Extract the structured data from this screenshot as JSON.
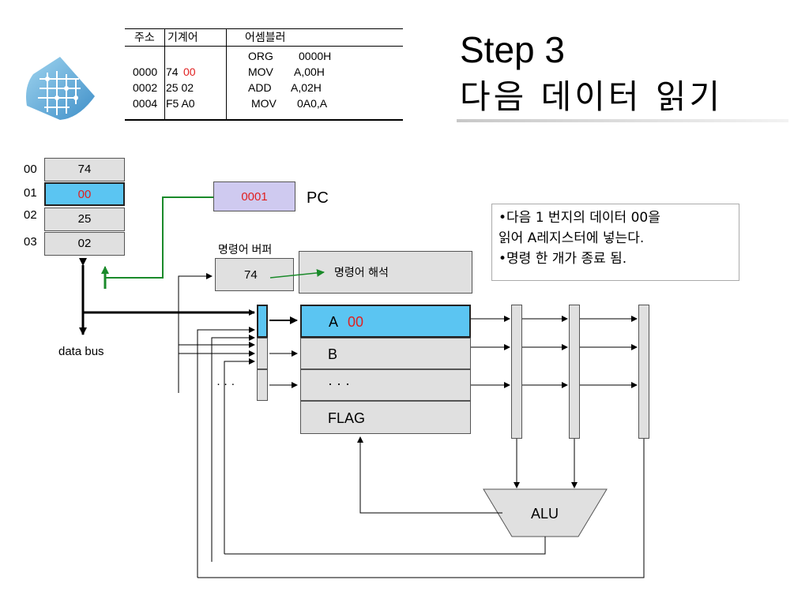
{
  "asm_table": {
    "headers": [
      "주소",
      "기계어",
      "어셈블러"
    ],
    "rows": [
      {
        "addr": "",
        "code_black": "",
        "code_red": "",
        "mnemonic": "ORG",
        "operand": "0000H"
      },
      {
        "addr": "0000",
        "code_black": "74 ",
        "code_red": "00",
        "mnemonic": "MOV",
        "operand": "A,00H"
      },
      {
        "addr": "0002",
        "code_black": "25 02",
        "code_red": "",
        "mnemonic": "ADD",
        "operand": "A,02H"
      },
      {
        "addr": "0004",
        "code_black": "F5 A0",
        "code_red": "",
        "mnemonic": "MOV",
        "operand": "0A0,A"
      }
    ]
  },
  "title": {
    "line1": "Step 3",
    "line2": "다음 데이터 읽기"
  },
  "memory": {
    "rows": [
      {
        "addr": "00",
        "value": "74",
        "highlight": false
      },
      {
        "addr": "01",
        "value": "00",
        "highlight": true
      },
      {
        "addr": "02",
        "value": "25",
        "highlight": false
      },
      {
        "addr": "03",
        "value": "02",
        "highlight": false
      }
    ]
  },
  "pc": {
    "value": "0001",
    "label": "PC"
  },
  "instruction_buffer": {
    "label": "명령어 버퍼",
    "value": "74"
  },
  "decoder": {
    "label": "명령어 해석"
  },
  "data_bus_label": "data bus",
  "registers": [
    {
      "name": "A",
      "value": "00",
      "highlight": true
    },
    {
      "name": "B",
      "value": "",
      "highlight": false
    },
    {
      "name": "· · ·",
      "value": "",
      "highlight": false
    },
    {
      "name": "FLAG",
      "value": "",
      "highlight": false
    }
  ],
  "ellipsis_left": "· · ·",
  "alu_label": "ALU",
  "note": {
    "lines": [
      "•다음 1 번지의 데이터 00을",
      "읽어 A레지스터에 넣는다.",
      "•명령 한 개가 종료 됨."
    ]
  },
  "colors": {
    "highlight": "#5bc5f2",
    "pc_fill": "#cfcaf0",
    "cell_fill": "#e0e0e0",
    "red_text": "#e02020",
    "green_arrow": "#1a8a2a"
  }
}
